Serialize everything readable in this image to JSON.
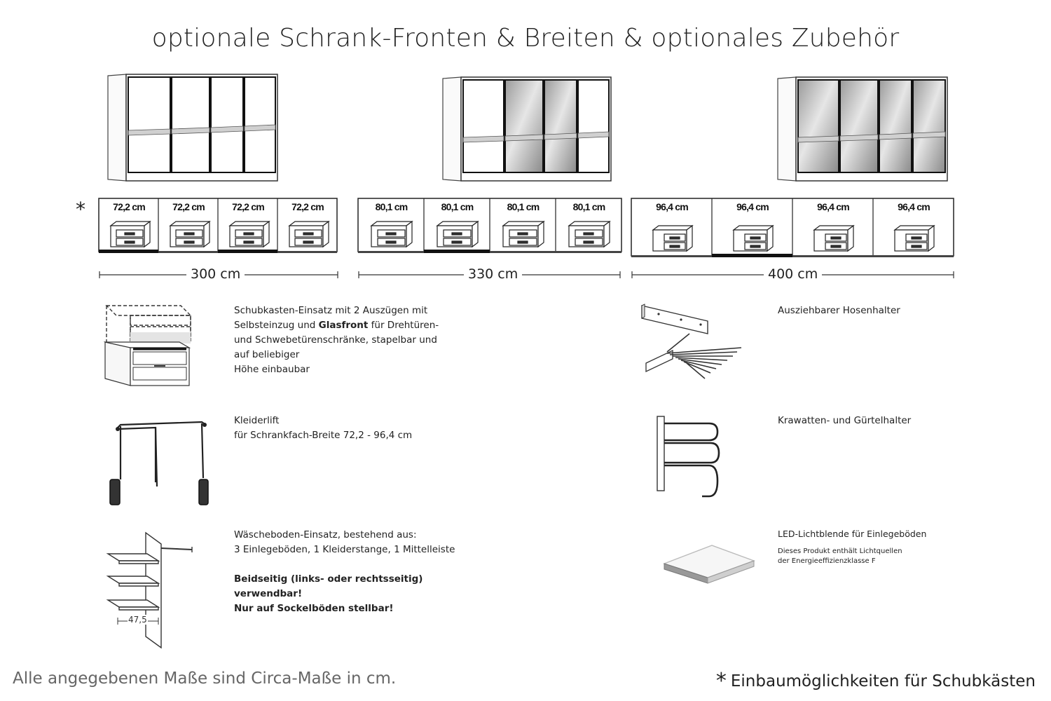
{
  "title": "optionale Schrank-Fronten & Breiten & optionales Zubehör",
  "star": "*",
  "wardrobes": [
    {
      "total": "300 cm",
      "widths": [
        "72,2 cm",
        "72,2 cm",
        "72,2 cm",
        "72,2 cm"
      ]
    },
    {
      "total": "330 cm",
      "widths": [
        "80,1 cm",
        "80,1 cm",
        "80,1 cm",
        "80,1 cm"
      ]
    },
    {
      "total": "400 cm",
      "widths": [
        "96,4 cm",
        "96,4 cm",
        "96,4 cm",
        "96,4 cm"
      ]
    }
  ],
  "accessories": {
    "drawer_insert": {
      "line1": "Schubkasten-Einsatz mit 2 Auszügen mit",
      "line2_a": "Selbsteinzug und ",
      "line2_bold": "Glasfront",
      "line2_b": " für Drehtüren-",
      "line3": "und Schwebetürenschränke, stapelbar und",
      "line4": "auf beliebiger",
      "line5": "Höhe einbaubar"
    },
    "clothes_lift": {
      "line1": "Kleiderlift",
      "line2": "für Schrankfach-Breite 72,2 - 96,4 cm"
    },
    "shelf_insert": {
      "line1": "Wäscheboden-Einsatz, bestehend aus:",
      "line2": "3 Einlegeböden, 1 Kleiderstange, 1 Mittelleiste",
      "bold1": "Beidseitig (links- oder rechtsseitig)",
      "bold2": "verwendbar!",
      "bold3": "Nur auf Sockelböden stellbar!",
      "dimension": "47,5"
    },
    "trouser_holder": {
      "line1": "Ausziehbarer Hosenhalter"
    },
    "tie_holder": {
      "line1": "Krawatten- und Gürtelhalter"
    },
    "led": {
      "line1": "LED-Lichtblende für Einlegeböden",
      "note1": "Dieses Produkt enthält Lichtquellen",
      "note2": "der Energieeffizienzklasse F"
    }
  },
  "footer": {
    "left": "Alle angegebenen Maße sind Circa-Maße in cm.",
    "right": "Einbaumöglichkeiten für Schubkästen"
  }
}
